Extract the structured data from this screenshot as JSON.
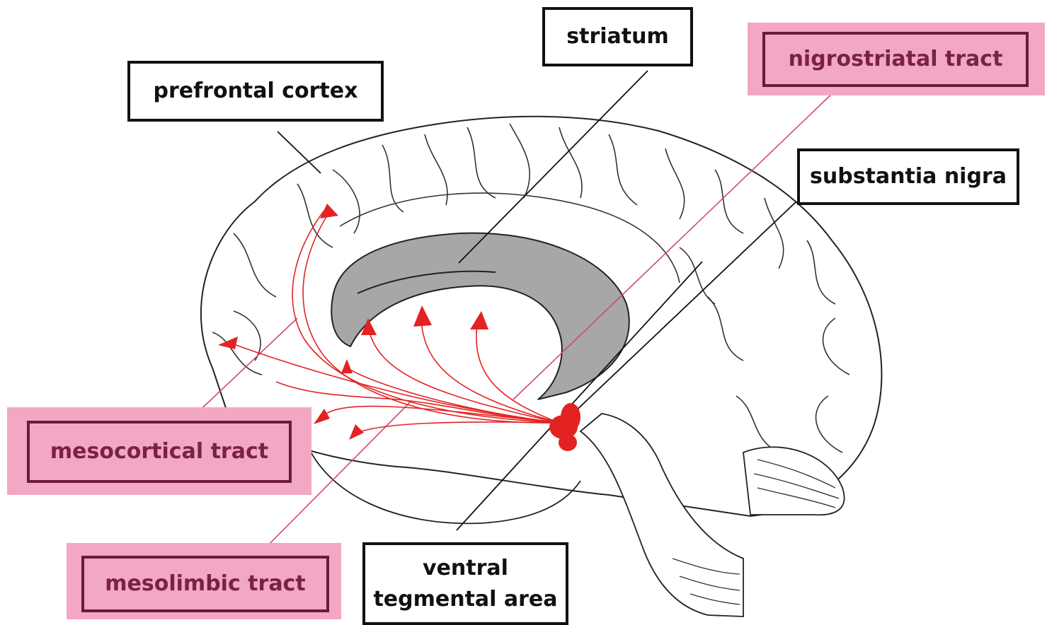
{
  "diagram": {
    "labels": {
      "striatum": "striatum",
      "prefrontal_cortex": "prefrontal cortex",
      "nigrostriatal_tract": "nigrostriatal tract",
      "substantia_nigra": "substantia nigra",
      "mesocortical_tract": "mesocortical tract",
      "mesolimbic_tract": "mesolimbic tract",
      "ventral_tegmental_area": "ventral\ntegmental area"
    },
    "colors": {
      "pathway_red": "#e32222",
      "tract_highlight_pink": "#f2a7c4",
      "tract_border": "#6b1a3c",
      "striatum_gray": "#a7a7a7",
      "outline": "#111111"
    }
  }
}
